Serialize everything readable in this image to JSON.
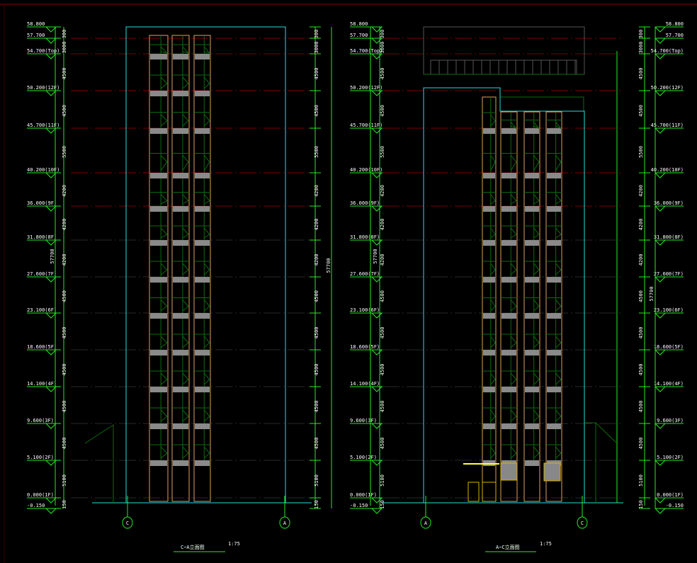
{
  "colors": {
    "background": "#000000",
    "dimension": "#22ee22",
    "outline": "#22e0e0",
    "window_frame": "#e0a060",
    "mullion": "#0f6a0f",
    "floor_band": "#8a8a8a",
    "level_line_red": "#7a0000",
    "level_line_gray": "#2a2a2a",
    "door": "#e0b000"
  },
  "levels": [
    "58.800",
    "57.700",
    "54.700(Top)",
    "50.200(12F)",
    "45.700(11F)",
    "40.200(10F)",
    "36.000(9F)",
    "31.800(8F)",
    "27.600(7F)",
    "23.100(6F)",
    "18.600(5F)",
    "14.100(4F)",
    "9.600(3F)",
    "5.100(2F)",
    "0.000(1F)",
    "-0.150"
  ],
  "dimensions": [
    "300",
    "3000",
    "4500",
    "4500",
    "5500",
    "4200",
    "4200",
    "4200",
    "4500",
    "4500",
    "4500",
    "4500",
    "4500",
    "5100",
    "150"
  ],
  "total_height": "57700",
  "views": [
    {
      "title": "C~A立面图",
      "scale": "1:75",
      "axes": [
        "C",
        "A"
      ]
    },
    {
      "title": "A~C立面图",
      "scale": "1:75",
      "axes": [
        "A",
        "C"
      ]
    }
  ]
}
